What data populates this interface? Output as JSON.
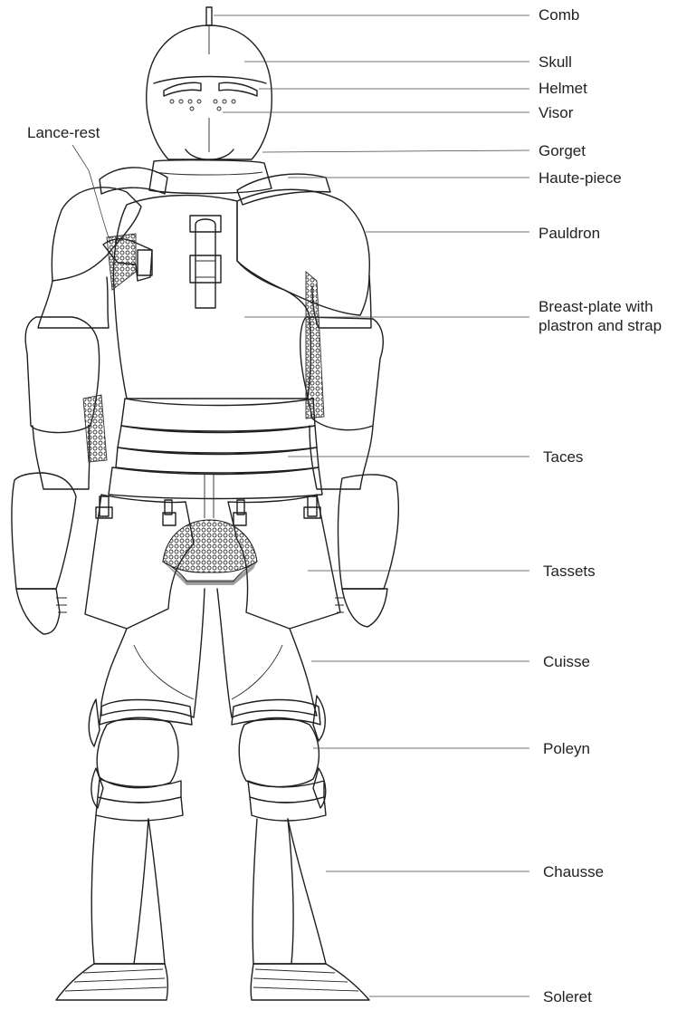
{
  "figure": {
    "subject": "suit of plate armour, front view",
    "line_color": "#1f1f1f",
    "background": "#ffffff"
  },
  "labels": {
    "comb": "Comb",
    "skull": "Skull",
    "helmet": "Helmet",
    "visor": "Visor",
    "lance_rest": "Lance-rest",
    "gorget": "Gorget",
    "haute_piece": "Haute-piece",
    "pauldron": "Pauldron",
    "breast_plate": "Breast-plate with\nplastron and strap",
    "taces": "Taces",
    "tassets": "Tassets",
    "cuisse": "Cuisse",
    "poleyn": "Poleyn",
    "chausse": "Chausse",
    "soleret": "Soleret"
  }
}
